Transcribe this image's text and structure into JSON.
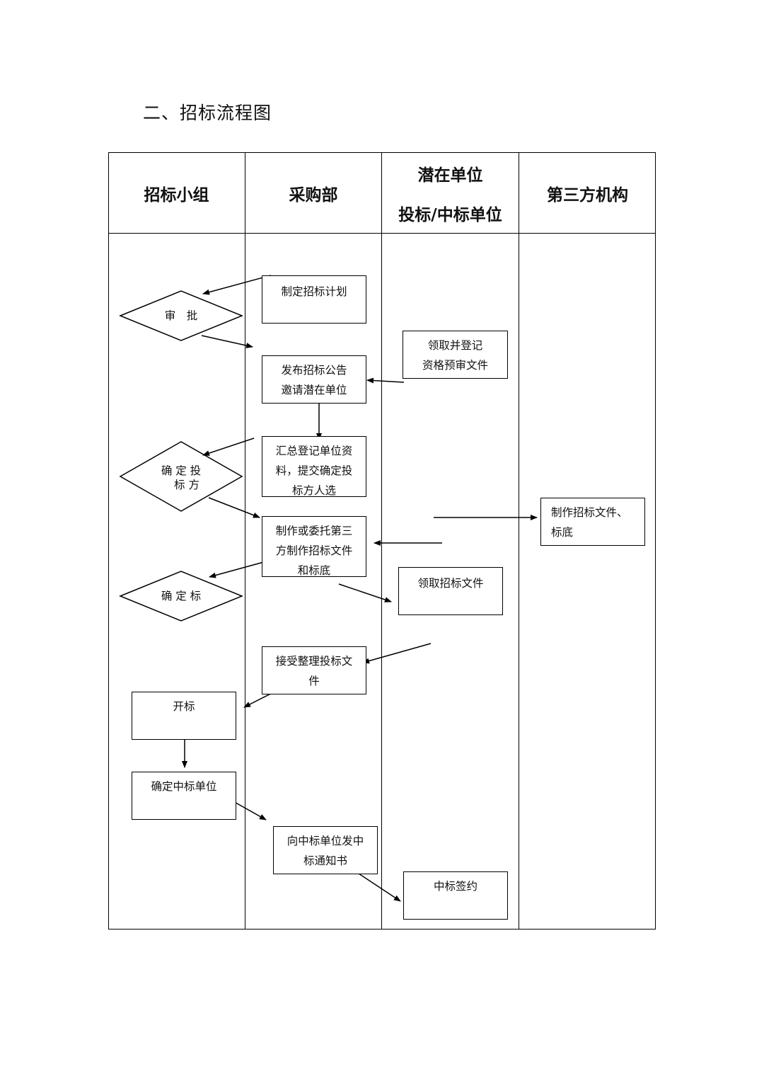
{
  "title": "二、招标流程图",
  "lanes": {
    "lane1": "招标小组",
    "lane2": "采购部",
    "lane3_line1": "潜在单位",
    "lane3_line2": "投标/中标单位",
    "lane4": "第三方机构"
  },
  "nodes": {
    "plan": "制定招标计划",
    "approve": "审　批",
    "publish_l1": "发布招标公告",
    "publish_l2": "邀请潜在单位",
    "register_l1": "领取并登记",
    "register_l2": "资格预审文件",
    "summary_l1": "汇总登记单位资",
    "summary_l2": "料，提交确定投",
    "summary_l3": "标方人选",
    "confirm_bidder_l1": "确 定 投",
    "confirm_bidder_l2": "标 方",
    "make_docs_l1": "制作或委托第三",
    "make_docs_l2": "方制作招标文件",
    "make_docs_l3": "和标底",
    "third_docs_l1": "制作招标文件、",
    "third_docs_l2": "标底",
    "confirm_base": "确 定 标",
    "get_docs": "领取招标文件",
    "receive_l1": "接受整理投标文",
    "receive_l2": "件",
    "open": "开标",
    "winner": "确定中标单位",
    "notice_l1": "向中标单位发中",
    "notice_l2": "标通知书",
    "sign": "中标签约"
  }
}
